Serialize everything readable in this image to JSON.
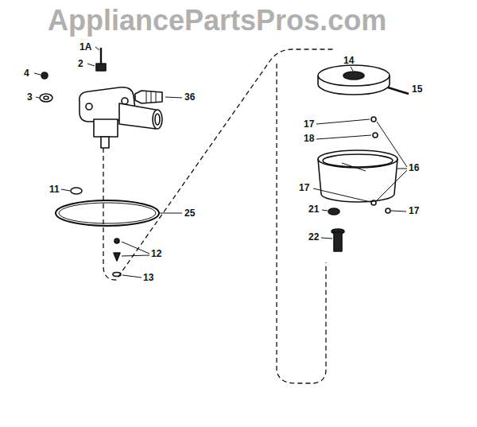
{
  "diagram": {
    "labels": [
      "AppliancePartsPros.com",
      "1A",
      "2",
      "4",
      "3",
      "36",
      "11",
      "25",
      "12",
      "13",
      "14",
      "15",
      "17",
      "18",
      "16",
      "17",
      "21",
      "17",
      "22"
    ]
  }
}
